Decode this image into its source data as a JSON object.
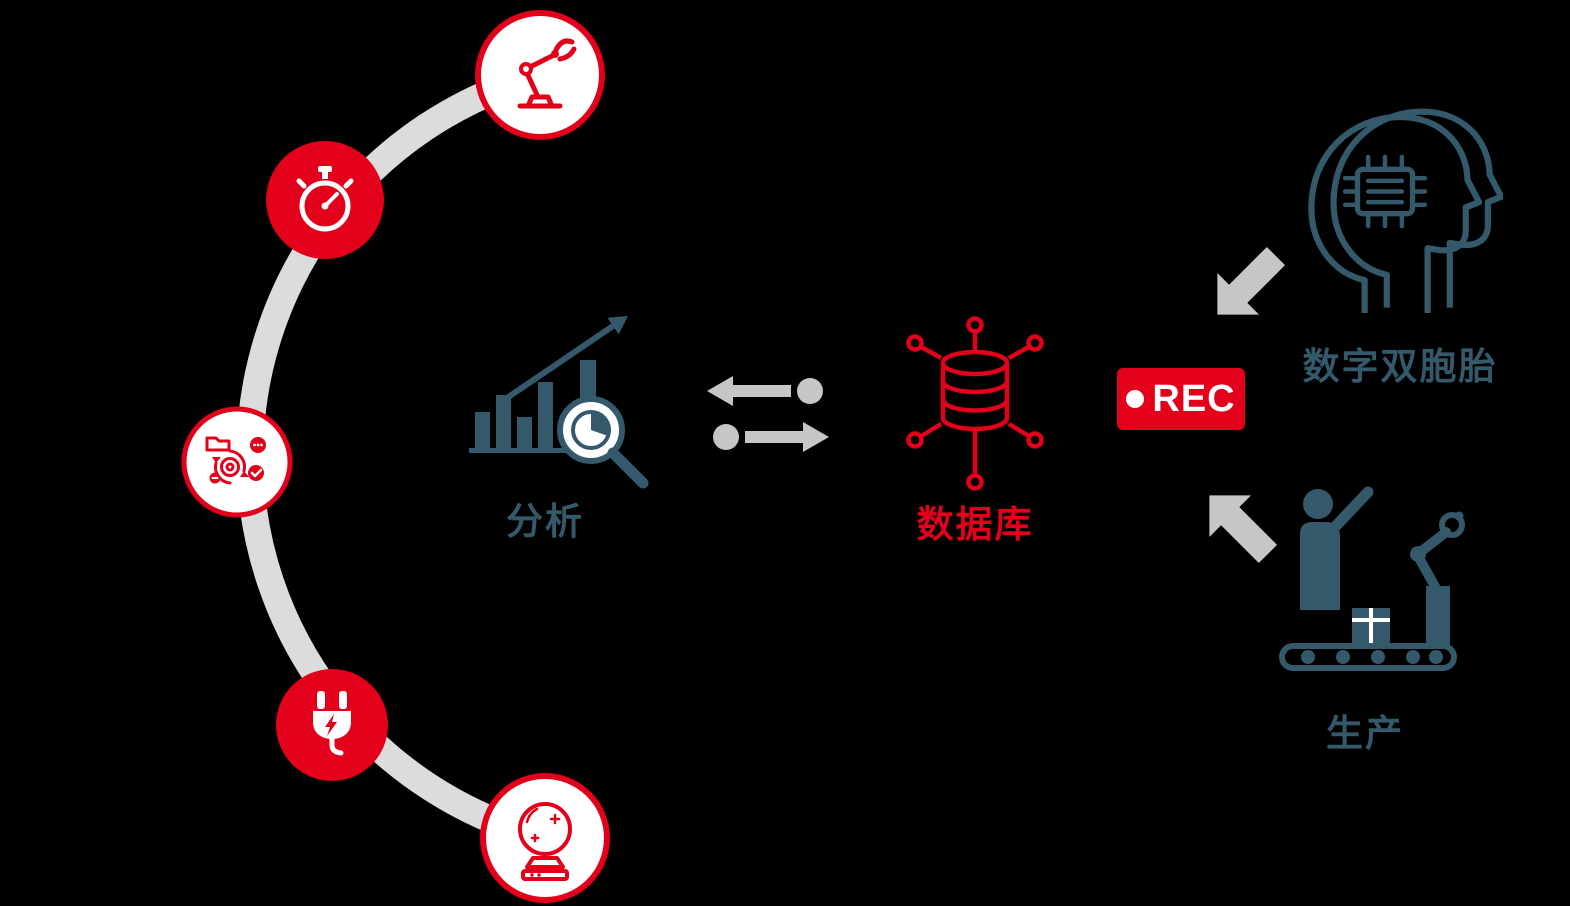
{
  "diagram": {
    "title_hint": "digital-twin-data-flow-diagram",
    "colors": {
      "background": "#000000",
      "accent_red": "#e2001a",
      "teal": "#33596a",
      "arc_gray": "#dcdcdc",
      "arrow_gray": "#c6c6c6",
      "white": "#ffffff"
    },
    "cycle_icons": [
      {
        "name": "robot-arm-icon",
        "style": "red-outline-on-white"
      },
      {
        "name": "stopwatch-icon",
        "style": "white-on-red"
      },
      {
        "name": "process-automation-icon",
        "style": "red-outline-on-white"
      },
      {
        "name": "power-plug-icon",
        "style": "white-on-red"
      },
      {
        "name": "crystal-ball-icon",
        "style": "red-outline-on-white"
      }
    ],
    "nodes": {
      "analysis": {
        "label": "分析",
        "icon": "bar-chart-magnifier-icon",
        "color": "#33596a"
      },
      "exchange": {
        "icon": "data-exchange-arrows-icon",
        "color": "#c6c6c6"
      },
      "database": {
        "label": "数据库",
        "icon": "database-network-icon",
        "color": "#e2001a"
      },
      "rec": {
        "label": "REC",
        "icon": "record-badge",
        "color": "#e2001a"
      },
      "digital_twin": {
        "label": "数字双胞胎",
        "icon": "head-with-chip-icon",
        "color": "#33596a"
      },
      "production": {
        "label": "生产",
        "icon": "worker-with-robot-conveyor-icon",
        "color": "#33596a"
      }
    }
  }
}
